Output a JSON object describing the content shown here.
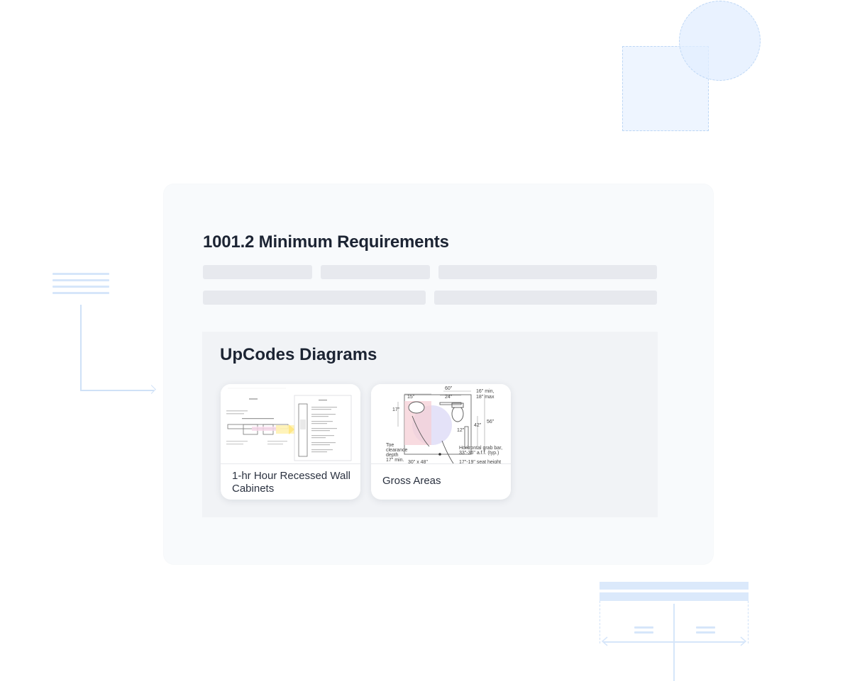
{
  "section": {
    "title": "1001.2 Minimum Requirements"
  },
  "diagrams": {
    "title": "UpCodes Diagrams",
    "cards": [
      {
        "label": "1-hr Hour Recessed Wall Cabinets"
      },
      {
        "label": "Gross Areas"
      }
    ]
  },
  "colors": {
    "accent_light": "#eef5ff",
    "heading": "#1c2433",
    "placeholder_bar": "#e7e9ee"
  }
}
